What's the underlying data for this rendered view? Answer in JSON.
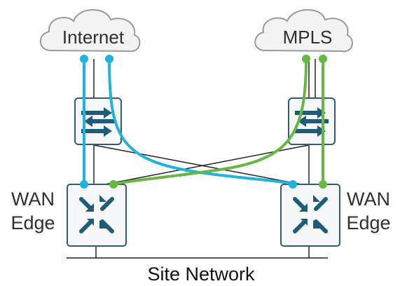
{
  "clouds": {
    "internet": {
      "label": "Internet"
    },
    "mpls": {
      "label": "MPLS"
    }
  },
  "routers": {
    "left": {
      "label_line1": "WAN",
      "label_line2": "Edge"
    },
    "right": {
      "label_line1": "WAN",
      "label_line2": "Edge"
    }
  },
  "footer": {
    "label": "Site Network"
  },
  "icons": {
    "switch": "switch-arrows-icon",
    "router": "router-arrows-icon"
  },
  "colors": {
    "internet_link": "#22b3dc",
    "mpls_link": "#66b843",
    "device_stroke": "#2f5d76",
    "device_fill": "#f5f7f8",
    "icon": "#1f5c7a",
    "cloud_stroke": "#9a9a9a",
    "cloud_fill": "#f3f3f3",
    "wire": "#222222"
  }
}
